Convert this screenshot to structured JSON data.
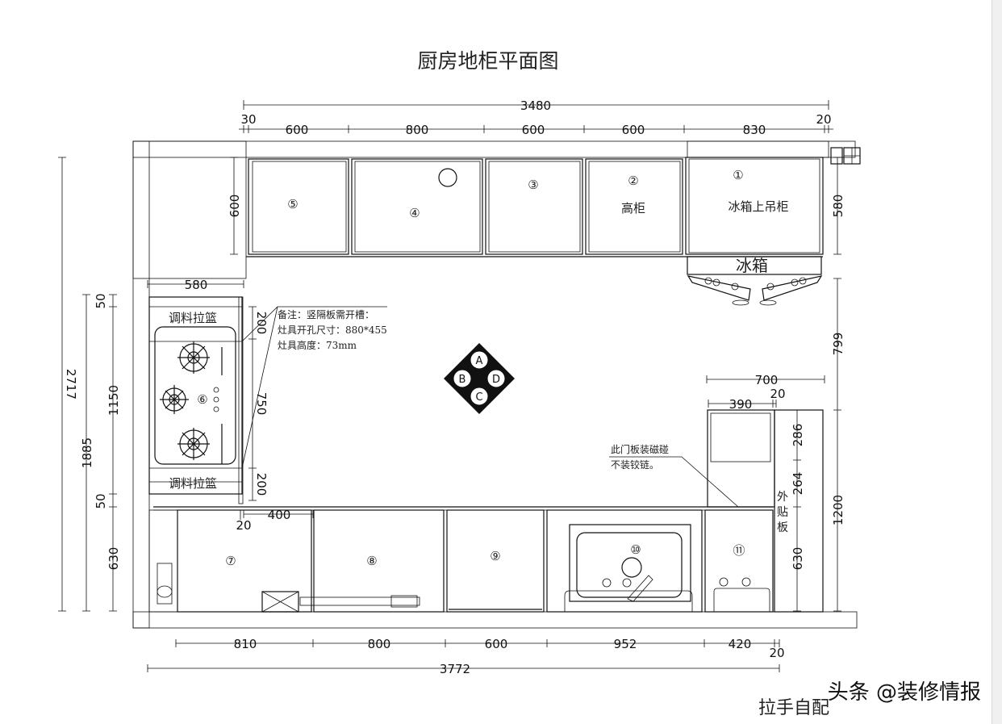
{
  "title": "厨房地柜平面图",
  "dims_top": {
    "total": "3480",
    "left_gap": "30",
    "c5": "600",
    "c4": "800",
    "c3": "600",
    "c2": "600",
    "c1": "830",
    "right_gap": "20"
  },
  "dims_bottom": {
    "c7": "810",
    "c8": "800",
    "c9": "600",
    "c10": "952",
    "c11": "420",
    "gap": "20",
    "total": "3772"
  },
  "dims_left": {
    "overall": "2717",
    "sub": "1885",
    "top_gap": "50",
    "stove": "1150",
    "bottom_gap": "50",
    "base": "630",
    "upper": "600",
    "stove_width": "580"
  },
  "dims_stove": {
    "top": "200",
    "middle": "750",
    "bottom": "200",
    "gap": "20",
    "offset": "400"
  },
  "dims_right": {
    "upper": "580",
    "clear": "799",
    "tall": "1200",
    "box_top": "286",
    "box_mid": "264",
    "box_base": "630",
    "width": "700",
    "inner": "390",
    "gap": "20"
  },
  "cabinets": {
    "n1": "①",
    "n2": "②",
    "n3": "③",
    "n4": "④",
    "n5": "⑤",
    "n6": "⑥",
    "n7": "⑦",
    "n8": "⑧",
    "n9": "⑨",
    "n10": "⑩",
    "n11": "⑪"
  },
  "labels": {
    "tall": "高柜",
    "fridge_upper": "冰箱上吊柜",
    "fridge": "冰箱",
    "basket_top": "调料拉篮",
    "basket_bottom": "调料拉篮",
    "panel": [
      "外",
      "贴",
      "板"
    ]
  },
  "compass": {
    "a": "A",
    "b": "B",
    "c": "C",
    "d": "D"
  },
  "notes": {
    "stove": [
      "备注：竖隔板需开槽：",
      "灶具开孔尺寸：880*455",
      "灶具高度：73mm"
    ],
    "door": [
      "此门板装磁碰",
      "不装铰链。"
    ]
  },
  "footer": {
    "handle": "拉手自配",
    "watermark": "头条 @装修情报"
  }
}
